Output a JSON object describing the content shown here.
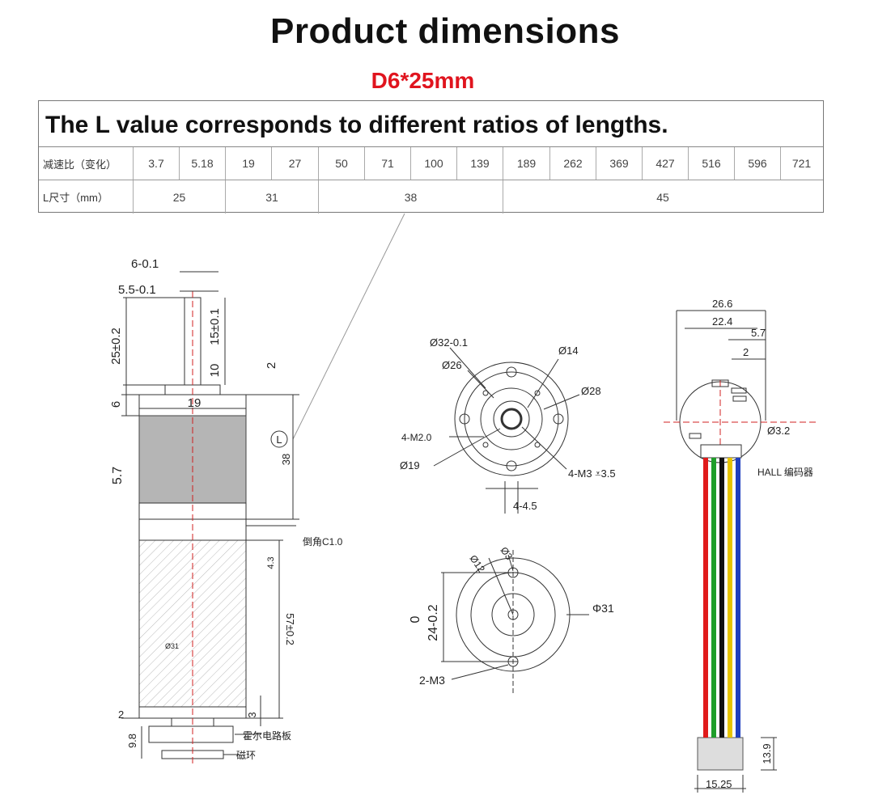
{
  "header": {
    "title": "Product dimensions",
    "subtitle": "D6*25mm"
  },
  "table": {
    "heading": "The L value corresponds to different ratios of lengths.",
    "ratio_label": "减速比（变化）",
    "ratios": [
      "3.7",
      "5.18",
      "19",
      "27",
      "50",
      "71",
      "100",
      "139",
      "189",
      "262",
      "369",
      "427",
      "516",
      "596",
      "721"
    ],
    "length_label": "L尺寸（mm）",
    "lengths": [
      "25",
      "31",
      "38",
      "45"
    ]
  },
  "side_view": {
    "dim_shaft_d": "6-0.1",
    "dim_shaft_flat": "5.5-0.1",
    "dim_25": "25±0.2",
    "dim_15": "15±0.1",
    "dim_10": "10",
    "dim_2_top": "2",
    "dim_6": "6",
    "dim_19": "19",
    "dim_L": "L",
    "dim_38": "38",
    "dim_57": "5.7",
    "chamfer": "倒角C1.0",
    "dim_43": "4.3",
    "dim_57_total": "57±0.2",
    "dim_31": "Ø31",
    "dim_2_bottom": "2",
    "dim_3": "3",
    "dim_98": "9.8",
    "hall_board": "霍尔电路板",
    "magnet_ring": "磁环"
  },
  "front_view": {
    "d32": "Ø32-0.1",
    "d26": "Ø26",
    "d14": "Ø14",
    "d28": "Ø28",
    "m2": "4-M2.0",
    "d19": "Ø19",
    "m3": "4-M3 ⩡3.5",
    "dim_45": "4-4.5"
  },
  "rear_view": {
    "d12": "Ø12",
    "d3": "Ø3",
    "d31": "Φ31",
    "dim_0": "0",
    "dim_24": "24-0.2",
    "m3": "2-M3"
  },
  "encoder_view": {
    "dim_266": "26.6",
    "dim_224": "22.4",
    "dim_57": "5.7",
    "dim_2": "2",
    "d32": "Ø3.2",
    "hall": "HALL 编码器",
    "dim_139": "13.9",
    "dim_1525": "15.25",
    "wire_colors": [
      "#e01b1b",
      "#1f9e2a",
      "#111111",
      "#e6c400",
      "#1f3fbf"
    ]
  }
}
